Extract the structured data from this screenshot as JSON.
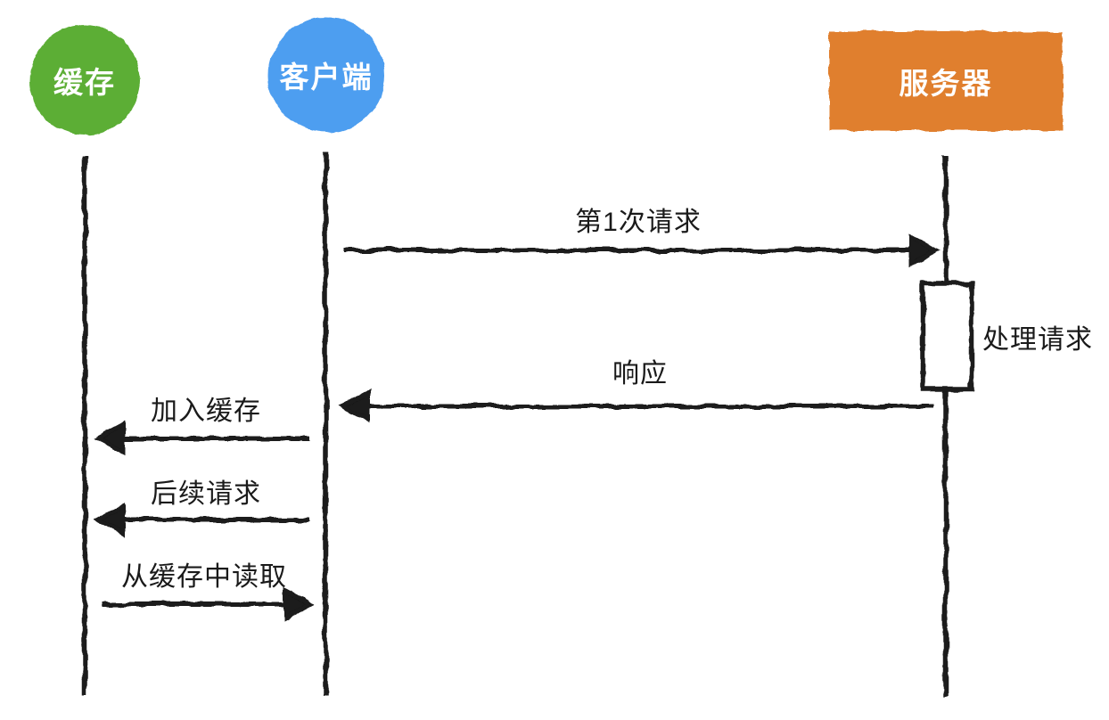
{
  "diagram": {
    "type": "sequence-diagram",
    "style": "hand-drawn-sketch",
    "actors": [
      {
        "id": "cache",
        "label": "缓存",
        "shape": "circle",
        "fill": "#5bae36",
        "text_color": "#ffffff"
      },
      {
        "id": "client",
        "label": "客户端",
        "shape": "circle",
        "fill": "#4d9ef0",
        "text_color": "#ffffff"
      },
      {
        "id": "server",
        "label": "服务器",
        "shape": "rect",
        "fill": "#e07f2d",
        "text_color": "#ffffff"
      }
    ],
    "messages": [
      {
        "label": "第1次请求",
        "from": "client",
        "to": "server",
        "direction": "right"
      },
      {
        "label": "响应",
        "from": "server",
        "to": "client",
        "direction": "left"
      },
      {
        "label": "加入缓存",
        "from": "client",
        "to": "cache",
        "direction": "left"
      },
      {
        "label": "后续请求",
        "from": "client",
        "to": "cache",
        "direction": "left"
      },
      {
        "label": "从缓存中读取",
        "from": "cache",
        "to": "client",
        "direction": "right"
      }
    ],
    "activation": {
      "label": "处理请求",
      "actor": "server"
    },
    "colors": {
      "cache_fill": "#5bae36",
      "client_fill": "#4d9ef0",
      "server_fill": "#e07f2d",
      "line": "#1a1a1a",
      "activation_fill": "#ffffff",
      "background": "#ffffff"
    }
  }
}
